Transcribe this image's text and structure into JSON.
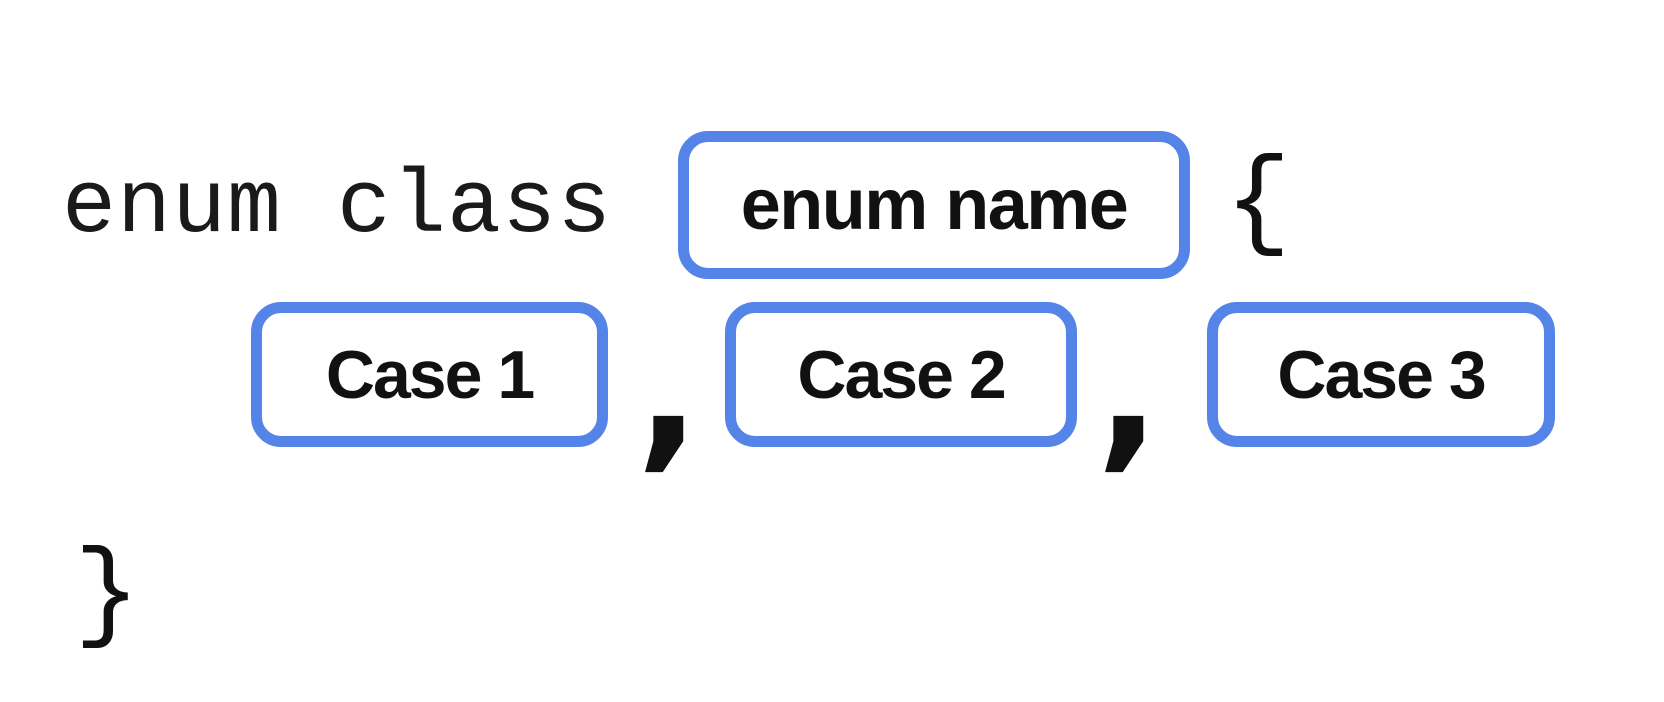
{
  "diagram": {
    "description": "Syntax diagram of an enum class declaration with placeholder boxes",
    "code": {
      "keyword": "enum class",
      "open_brace": "{",
      "close_brace": "}",
      "separator": ","
    },
    "placeholders": [
      {
        "label": "enum name"
      },
      {
        "label": "Case 1"
      },
      {
        "label": "Case 2"
      },
      {
        "label": "Case 3"
      }
    ],
    "colors": {
      "box_border": "#5584E8",
      "box_fill": "#ffffff",
      "text": "#1a1a1a",
      "background": "#ffffff"
    }
  }
}
